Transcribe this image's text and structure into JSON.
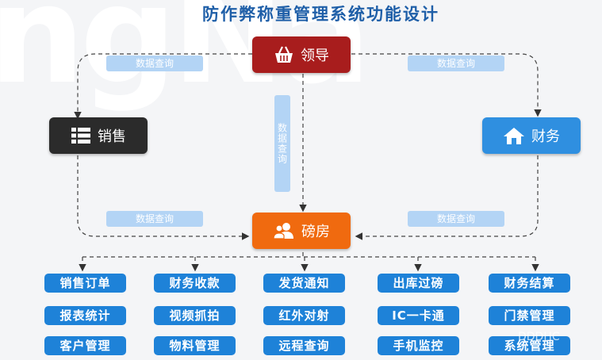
{
  "watermark": "ngNa",
  "title": "防作弊称重管理系统功能设计",
  "nodes": {
    "leader": "领导",
    "sales": "销售",
    "finance": "财务",
    "weighroom": "磅房"
  },
  "query_label": "数据查询",
  "query_vertical": "数据查询",
  "modules": [
    [
      "销售订单",
      "财务收款",
      "发货通知",
      "出库过磅",
      "财务结算"
    ],
    [
      "报表统计",
      "视频抓拍",
      "红外对射",
      "IC一卡通",
      "门禁管理"
    ],
    [
      "客户管理",
      "物料管理",
      "远程查询",
      "手机监控",
      "系统管理"
    ]
  ],
  "corner_watermark": "DDDHC",
  "colors": {
    "leader": "#a81d1d",
    "sales": "#2b2b2b",
    "finance": "#2f8fe0",
    "weighroom": "#f06a0f",
    "module": "#1e82d8",
    "pill": "#b3d4f5"
  }
}
